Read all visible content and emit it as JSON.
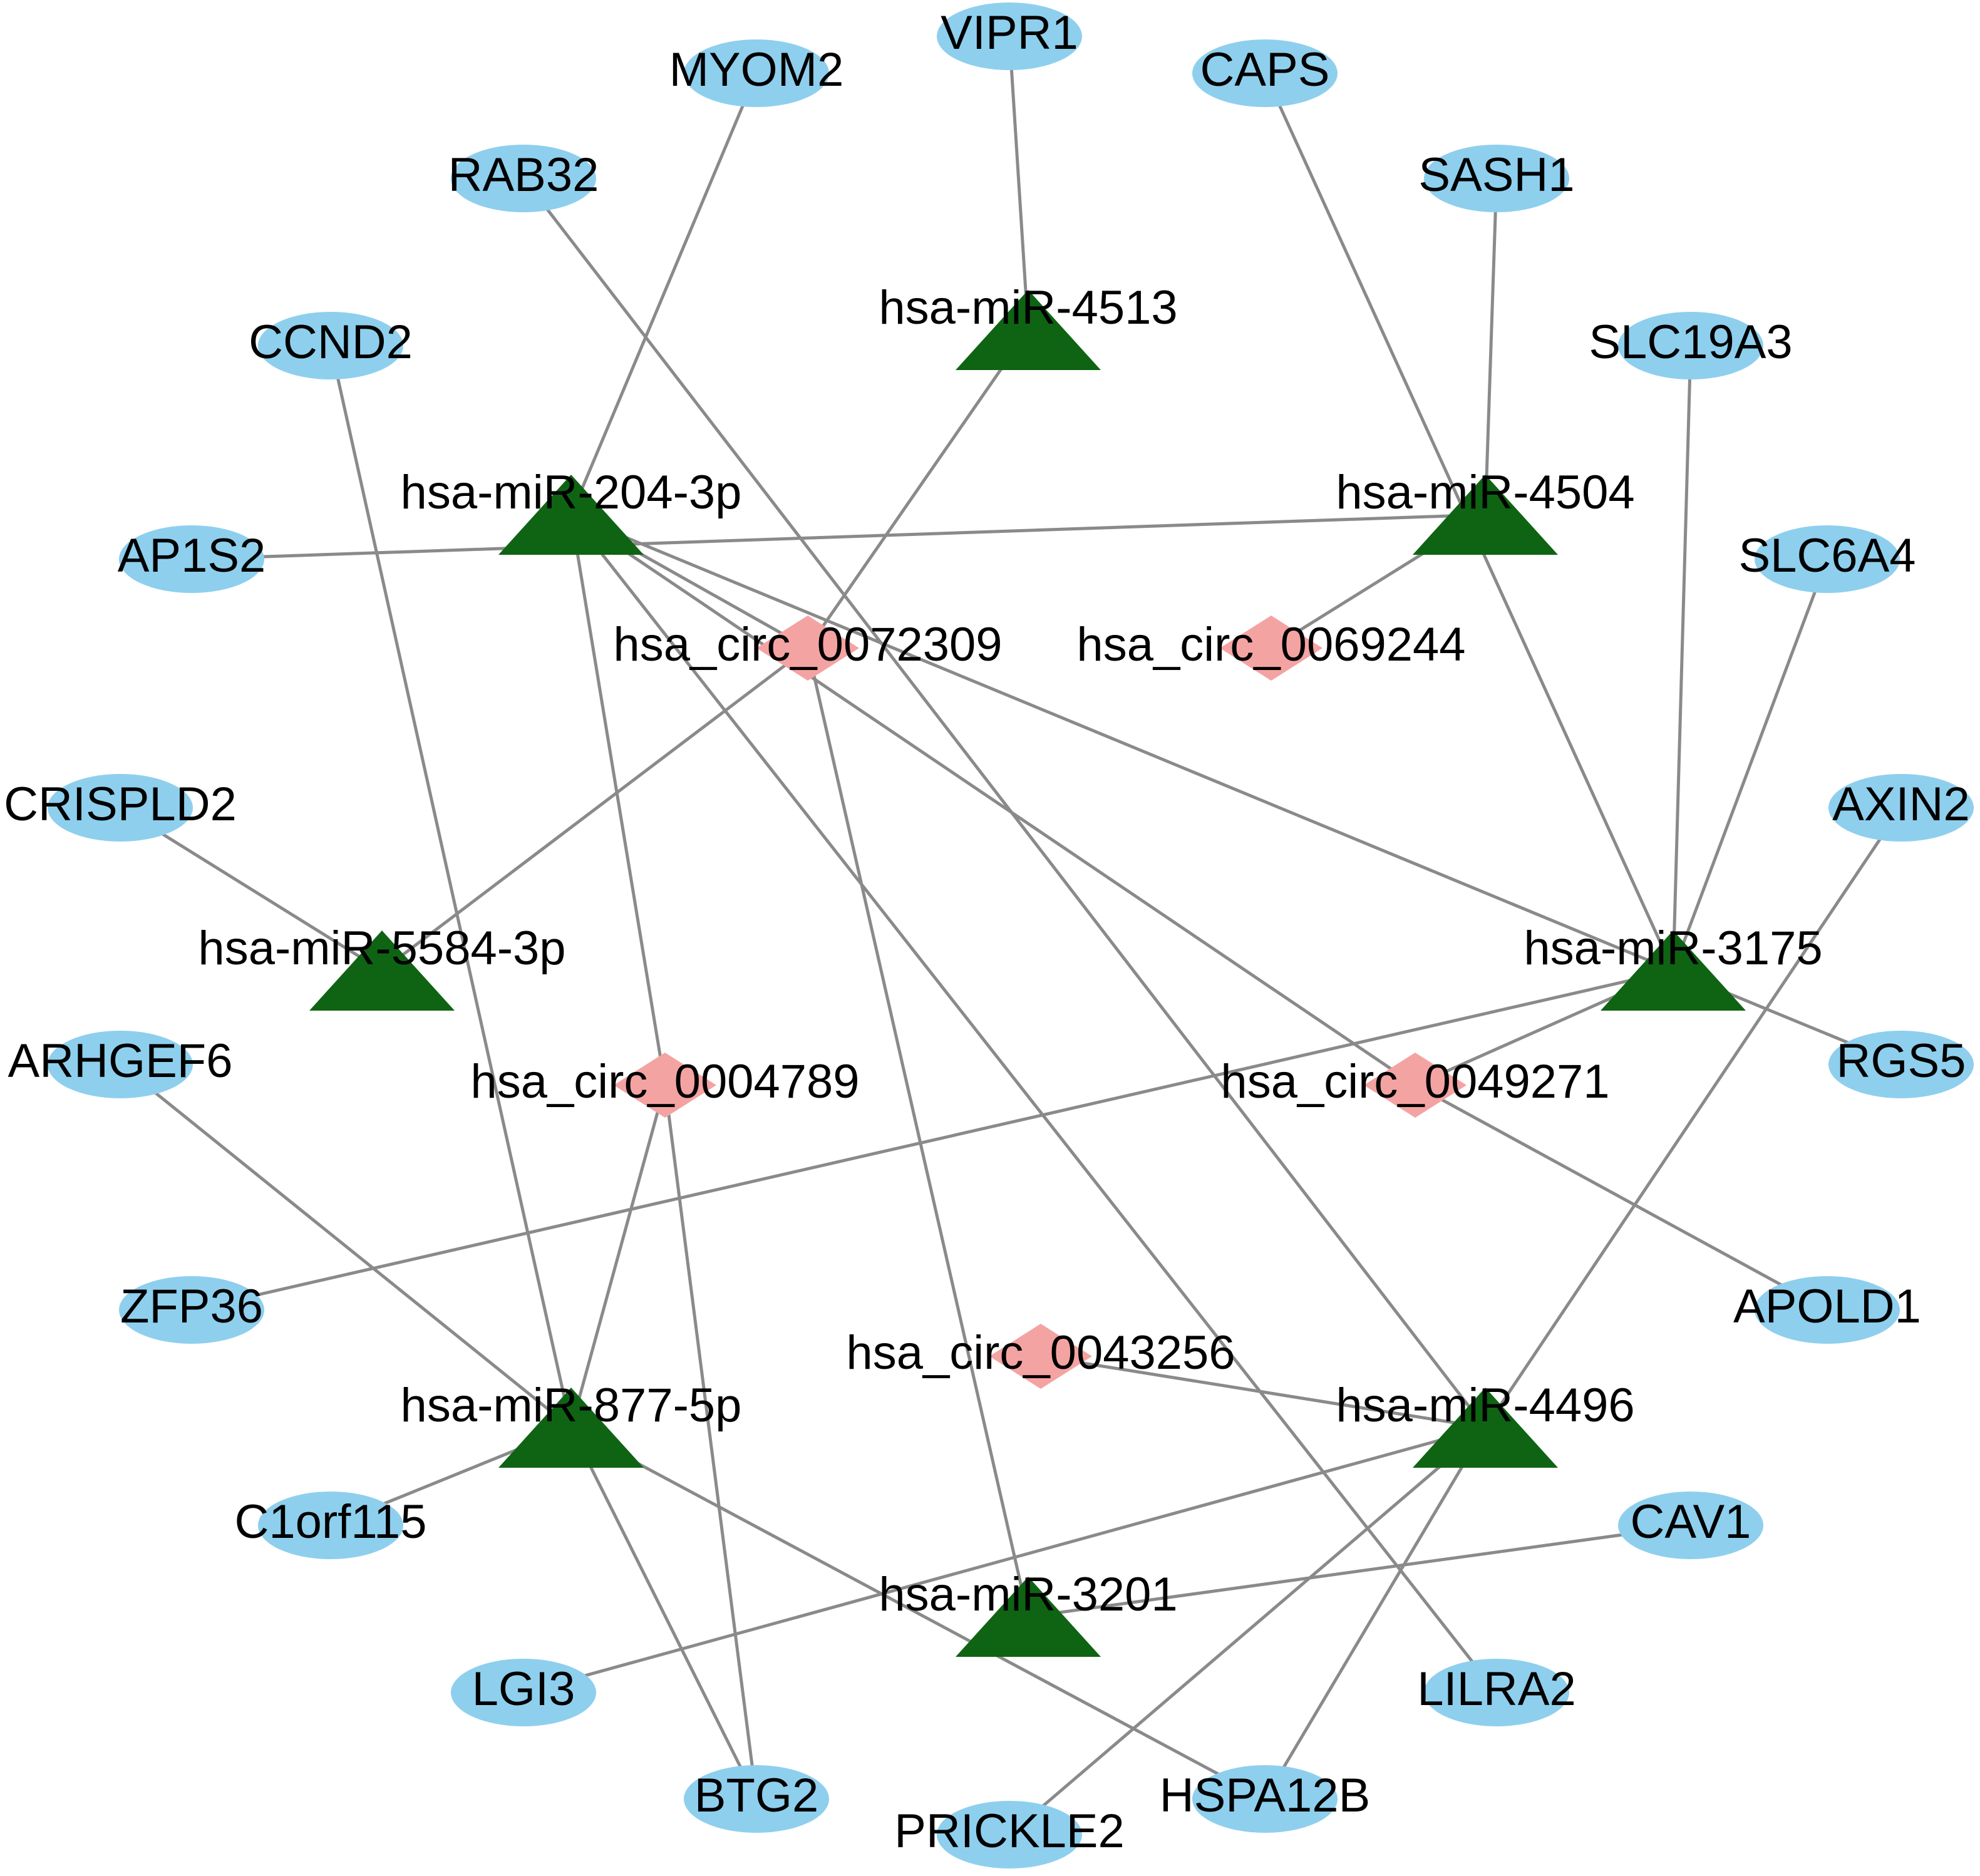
{
  "colors": {
    "gene": "#8ecfee",
    "mirna": "#0e6413",
    "circrna": "#f4a3a3",
    "edge": "#8a8a8a"
  },
  "shapes": {
    "gene": "ellipse",
    "mirna": "triangle",
    "circrna": "diamond"
  },
  "nodes": [
    {
      "id": "VIPR1",
      "label": "VIPR1",
      "type": "gene"
    },
    {
      "id": "MYOM2",
      "label": "MYOM2",
      "type": "gene"
    },
    {
      "id": "CAPS",
      "label": "CAPS",
      "type": "gene"
    },
    {
      "id": "RAB32",
      "label": "RAB32",
      "type": "gene"
    },
    {
      "id": "SASH1",
      "label": "SASH1",
      "type": "gene"
    },
    {
      "id": "CCND2",
      "label": "CCND2",
      "type": "gene"
    },
    {
      "id": "SLC19A3",
      "label": "SLC19A3",
      "type": "gene"
    },
    {
      "id": "AP1S2",
      "label": "AP1S2",
      "type": "gene"
    },
    {
      "id": "SLC6A4",
      "label": "SLC6A4",
      "type": "gene"
    },
    {
      "id": "CRISPLD2",
      "label": "CRISPLD2",
      "type": "gene"
    },
    {
      "id": "AXIN2",
      "label": "AXIN2",
      "type": "gene"
    },
    {
      "id": "ARHGEF6",
      "label": "ARHGEF6",
      "type": "gene"
    },
    {
      "id": "RGS5",
      "label": "RGS5",
      "type": "gene"
    },
    {
      "id": "ZFP36",
      "label": "ZFP36",
      "type": "gene"
    },
    {
      "id": "APOLD1",
      "label": "APOLD1",
      "type": "gene"
    },
    {
      "id": "C1orf115",
      "label": "C1orf115",
      "type": "gene"
    },
    {
      "id": "CAV1",
      "label": "CAV1",
      "type": "gene"
    },
    {
      "id": "LGI3",
      "label": "LGI3",
      "type": "gene"
    },
    {
      "id": "LILRA2",
      "label": "LILRA2",
      "type": "gene"
    },
    {
      "id": "BTG2",
      "label": "BTG2",
      "type": "gene"
    },
    {
      "id": "HSPA12B",
      "label": "HSPA12B",
      "type": "gene"
    },
    {
      "id": "PRICKLE2",
      "label": "PRICKLE2",
      "type": "gene"
    },
    {
      "id": "miR4513",
      "label": "hsa-miR-4513",
      "type": "mirna"
    },
    {
      "id": "miR204",
      "label": "hsa-miR-204-3p",
      "type": "mirna"
    },
    {
      "id": "miR4504",
      "label": "hsa-miR-4504",
      "type": "mirna"
    },
    {
      "id": "miR5584",
      "label": "hsa-miR-5584-3p",
      "type": "mirna"
    },
    {
      "id": "miR3175",
      "label": "hsa-miR-3175",
      "type": "mirna"
    },
    {
      "id": "miR877",
      "label": "hsa-miR-877-5p",
      "type": "mirna"
    },
    {
      "id": "miR4496",
      "label": "hsa-miR-4496",
      "type": "mirna"
    },
    {
      "id": "miR3201",
      "label": "hsa-miR-3201",
      "type": "mirna"
    },
    {
      "id": "circ0072309",
      "label": "hsa_circ_0072309",
      "type": "circrna"
    },
    {
      "id": "circ0069244",
      "label": "hsa_circ_0069244",
      "type": "circrna"
    },
    {
      "id": "circ0004789",
      "label": "hsa_circ_0004789",
      "type": "circrna"
    },
    {
      "id": "circ0049271",
      "label": "hsa_circ_0049271",
      "type": "circrna"
    },
    {
      "id": "circ0043256",
      "label": "hsa_circ_0043256",
      "type": "circrna"
    }
  ],
  "edges": [
    [
      "VIPR1",
      "miR4513"
    ],
    [
      "miR4513",
      "circ0072309"
    ],
    [
      "MYOM2",
      "miR204"
    ],
    [
      "AP1S2",
      "miR4504"
    ],
    [
      "miR204",
      "circ0072309"
    ],
    [
      "miR204",
      "miR3175"
    ],
    [
      "miR204",
      "circ0049271"
    ],
    [
      "miR204",
      "LILRA2"
    ],
    [
      "miR204",
      "circ0004789"
    ],
    [
      "CAPS",
      "miR3175"
    ],
    [
      "SASH1",
      "miR4504"
    ],
    [
      "miR4504",
      "circ0069244"
    ],
    [
      "RAB32",
      "miR4496"
    ],
    [
      "CCND2",
      "miR877"
    ],
    [
      "SLC19A3",
      "miR3175"
    ],
    [
      "SLC6A4",
      "miR3175"
    ],
    [
      "circ0072309",
      "miR5584"
    ],
    [
      "circ0072309",
      "miR3201"
    ],
    [
      "CRISPLD2",
      "miR5584"
    ],
    [
      "ZFP36",
      "miR3175"
    ],
    [
      "miR3175",
      "RGS5"
    ],
    [
      "miR3175",
      "circ0049271"
    ],
    [
      "circ0049271",
      "APOLD1"
    ],
    [
      "AXIN2",
      "miR4496"
    ],
    [
      "ARHGEF6",
      "miR877"
    ],
    [
      "circ0004789",
      "miR877"
    ],
    [
      "circ0004789",
      "BTG2"
    ],
    [
      "miR877",
      "C1orf115"
    ],
    [
      "miR877",
      "BTG2"
    ],
    [
      "miR877",
      "HSPA12B"
    ],
    [
      "circ0043256",
      "miR4496"
    ],
    [
      "miR4496",
      "LGI3"
    ],
    [
      "miR4496",
      "PRICKLE2"
    ],
    [
      "miR4496",
      "HSPA12B"
    ],
    [
      "CAV1",
      "miR3201"
    ]
  ]
}
